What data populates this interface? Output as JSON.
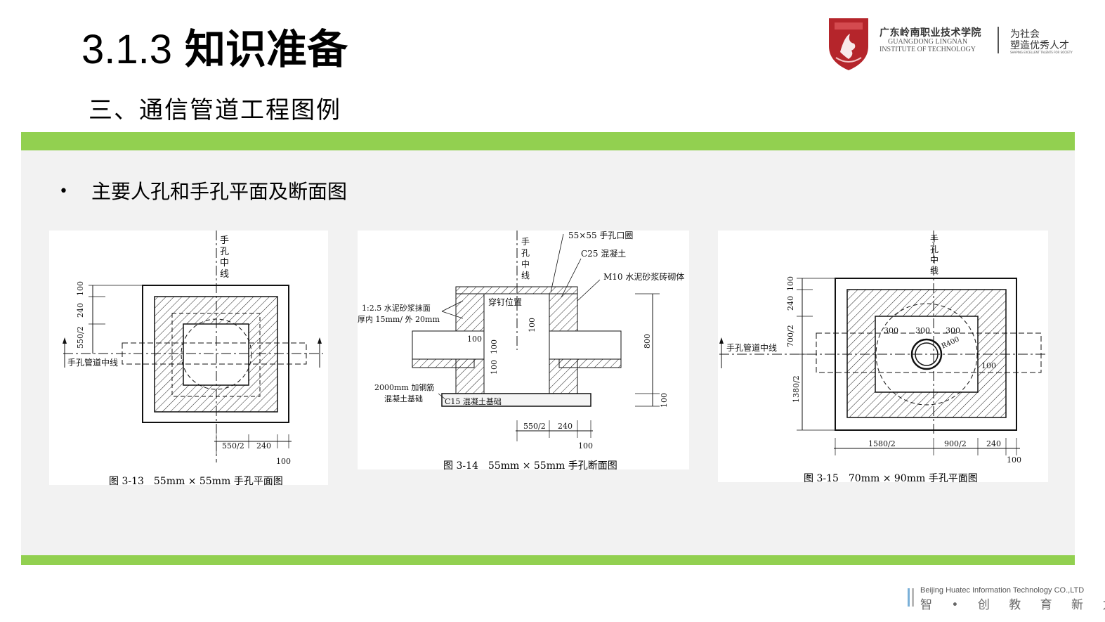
{
  "header": {
    "section_number": "3.1.3",
    "section_title": "知识准备",
    "subtitle": "三、通信管道工程图例"
  },
  "logo": {
    "name_cn": "广东岭南职业技术学院",
    "name_en_line1": "GUANGDONG LINGNAN",
    "name_en_line2": "INSTITUTE OF TECHNOLOGY",
    "slogan_line1": "为社会",
    "slogan_line2": "塑造优秀人才",
    "slogan_en": "SHAPING EXCELLENT TALENTS FOR SOCIETY"
  },
  "content": {
    "bullet": "•",
    "bullet_text": "主要人孔和手孔平面及断面图"
  },
  "figures": [
    {
      "caption": "图 3-13　55mm × 55mm 手孔平面图",
      "labels": {
        "centerline_v": [
          "手",
          "孔",
          "中",
          "线"
        ],
        "centerline_h": "手孔管道中线",
        "dim_100": "100",
        "dim_240": "240",
        "dim_550_2": "550/2",
        "dim_b_550_2": "550/2",
        "dim_b_240": "240",
        "dim_b_100": "100"
      }
    },
    {
      "caption": "图 3-14　55mm × 55mm 手孔断面图",
      "labels": {
        "centerline_v": [
          "手",
          "孔",
          "中",
          "线"
        ],
        "ring": "55×55 手孔口圈",
        "c25": "C25 混凝土",
        "m10": "M10 水泥砂浆砖砌体",
        "plaster1": "1:2.5 水泥砂浆抹面",
        "plaster2": "厚内 15mm/ 外 20mm",
        "nail": "穿钉位置",
        "rebar1": "2000mm 加钢筋",
        "rebar2": "混凝土基础",
        "c15": "C15 混凝土基础",
        "dim_100a": "100",
        "dim_100b": "100",
        "dim_100c": "100",
        "dim_100d": "100",
        "dim_800": "800",
        "dim_100e": "100",
        "dim_b_550_2": "550/2",
        "dim_b_240": "240",
        "dim_b_100": "100"
      }
    },
    {
      "caption": "图 3-15　70mm × 90mm 手孔平面图",
      "labels": {
        "centerline_v": [
          "手",
          "孔",
          "中",
          "线"
        ],
        "centerline_h": "手孔管道中线",
        "dim_100": "100",
        "dim_240": "240",
        "dim_700_2": "700/2",
        "dim_1380_2": "1380/2",
        "dim_300a": "300",
        "dim_300b": "300",
        "dim_300c": "300",
        "r400": "R400",
        "dim_r100": "100",
        "dim_b_1580_2": "1580/2",
        "dim_b_900_2": "900/2",
        "dim_b_240": "240",
        "dim_b_100": "100"
      }
    }
  ],
  "footer": {
    "company_en": "Beijing Huatec Information Technology CO.,LTD",
    "slogan_cn": "智 • 创 教 育 新 力 量"
  },
  "colors": {
    "accent_green": "#92d050",
    "panel_gray": "#f2f2f2",
    "logo_red": "#b5252b"
  }
}
